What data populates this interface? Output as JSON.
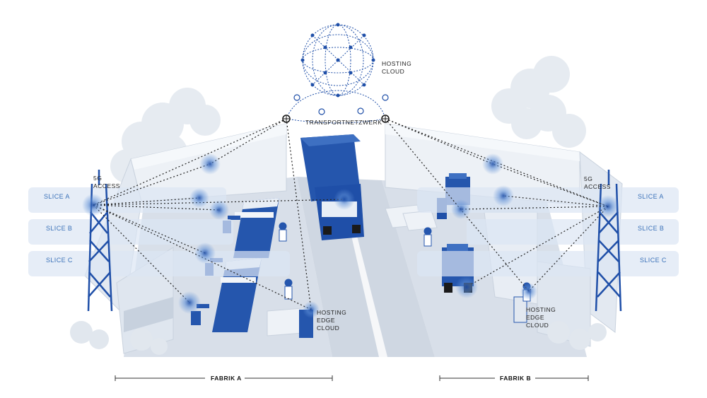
{
  "labels": {
    "hosting_cloud_line1": "HOSTING",
    "hosting_cloud_line2": "CLOUD",
    "transportnetzwerk": "TRANSPORTNETZWERK",
    "access_left_line1": "5G",
    "access_left_line2": "ACCESS",
    "access_right_line1": "5G",
    "access_right_line2": "ACCESS",
    "edge_left_line1": "HOSTING",
    "edge_left_line2": "EDGE",
    "edge_left_line3": "CLOUD",
    "edge_right_line1": "HOSTING",
    "edge_right_line2": "EDGE",
    "edge_right_line3": "CLOUD",
    "fabrik_a": "FABRIK A",
    "fabrik_b": "FABRIK B"
  },
  "slices_left": [
    "SLICE A",
    "SLICE B",
    "SLICE C"
  ],
  "slices_right": [
    "SLICE A",
    "SLICE B",
    "SLICE C"
  ],
  "colors": {
    "accent_blue": "#1f4fa8",
    "light_blue": "#5e8fd6",
    "slice_fill": "#dce6f3",
    "building": "#e8edf4",
    "floor": "#d3dbe6"
  }
}
